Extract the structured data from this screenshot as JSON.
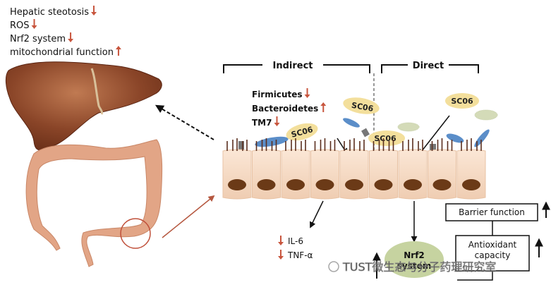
{
  "liver_effects": {
    "items": [
      {
        "label": "Hepatic steotosis",
        "direction": "down"
      },
      {
        "label": "ROS",
        "direction": "down"
      },
      {
        "label": "Nrf2 system",
        "direction": "down"
      },
      {
        "label": "mitochondrial function",
        "direction": "up"
      }
    ]
  },
  "sections": {
    "indirect": "Indirect",
    "direct": "Direct"
  },
  "microbiota": {
    "items": [
      {
        "label": "Firmicutes",
        "direction": "down"
      },
      {
        "label": "Bacteroidetes",
        "direction": "up"
      },
      {
        "label": "TM7",
        "direction": "down"
      }
    ]
  },
  "probiotic_label": "SC06",
  "cytokines": {
    "items": [
      {
        "label": "IL-6",
        "direction": "down"
      },
      {
        "label": "TNF-α",
        "direction": "down"
      }
    ]
  },
  "nrf2": {
    "line1": "Nrf2",
    "line2": "system",
    "direction": "up"
  },
  "barrier": {
    "label": "Barrier function",
    "direction": "up"
  },
  "antioxidant": {
    "line1": "Antioxidant",
    "line2": "capacity",
    "direction": "up"
  },
  "watermark": "TUST微生态与分子药理研究室",
  "colors": {
    "arrow_red": "#c8553d",
    "liver": "#8a4528",
    "colon": "#e2a586",
    "cell": "#f4d9c2",
    "nucleus": "#6b3a17",
    "sc06": "#f3df9c",
    "bacteria_blue": "#5b8ec9",
    "bacteria_green": "#d4dbb8",
    "nrf2_fill": "#c6d3a0"
  }
}
